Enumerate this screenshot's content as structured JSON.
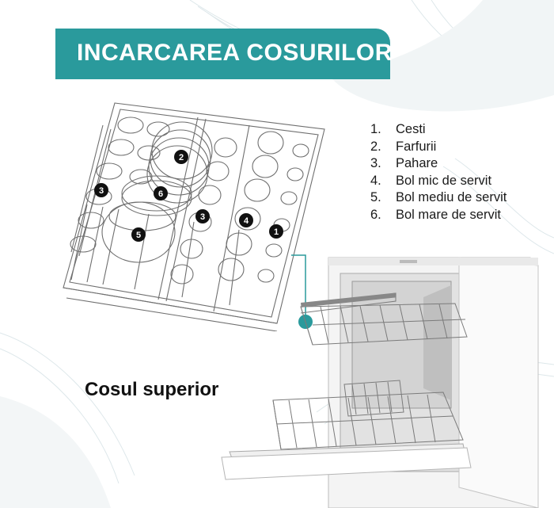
{
  "header": {
    "title": "INCARCAREA COSURILOR"
  },
  "legend": {
    "items": [
      {
        "number": "1.",
        "label": "Cesti"
      },
      {
        "number": "2.",
        "label": "Farfurii"
      },
      {
        "number": "3.",
        "label": "Pahare"
      },
      {
        "number": "4.",
        "label": "Bol mic de servit"
      },
      {
        "number": "5.",
        "label": "Bol mediu de servit"
      },
      {
        "number": "6.",
        "label": "Bol mare de servit"
      }
    ]
  },
  "rack": {
    "markers": [
      "1",
      "2",
      "3",
      "3",
      "4",
      "5",
      "6"
    ]
  },
  "basket": {
    "title": "Cosul superior"
  },
  "colors": {
    "accent": "#2a9a9c",
    "text": "#111111",
    "wave": "#e6eef0"
  }
}
